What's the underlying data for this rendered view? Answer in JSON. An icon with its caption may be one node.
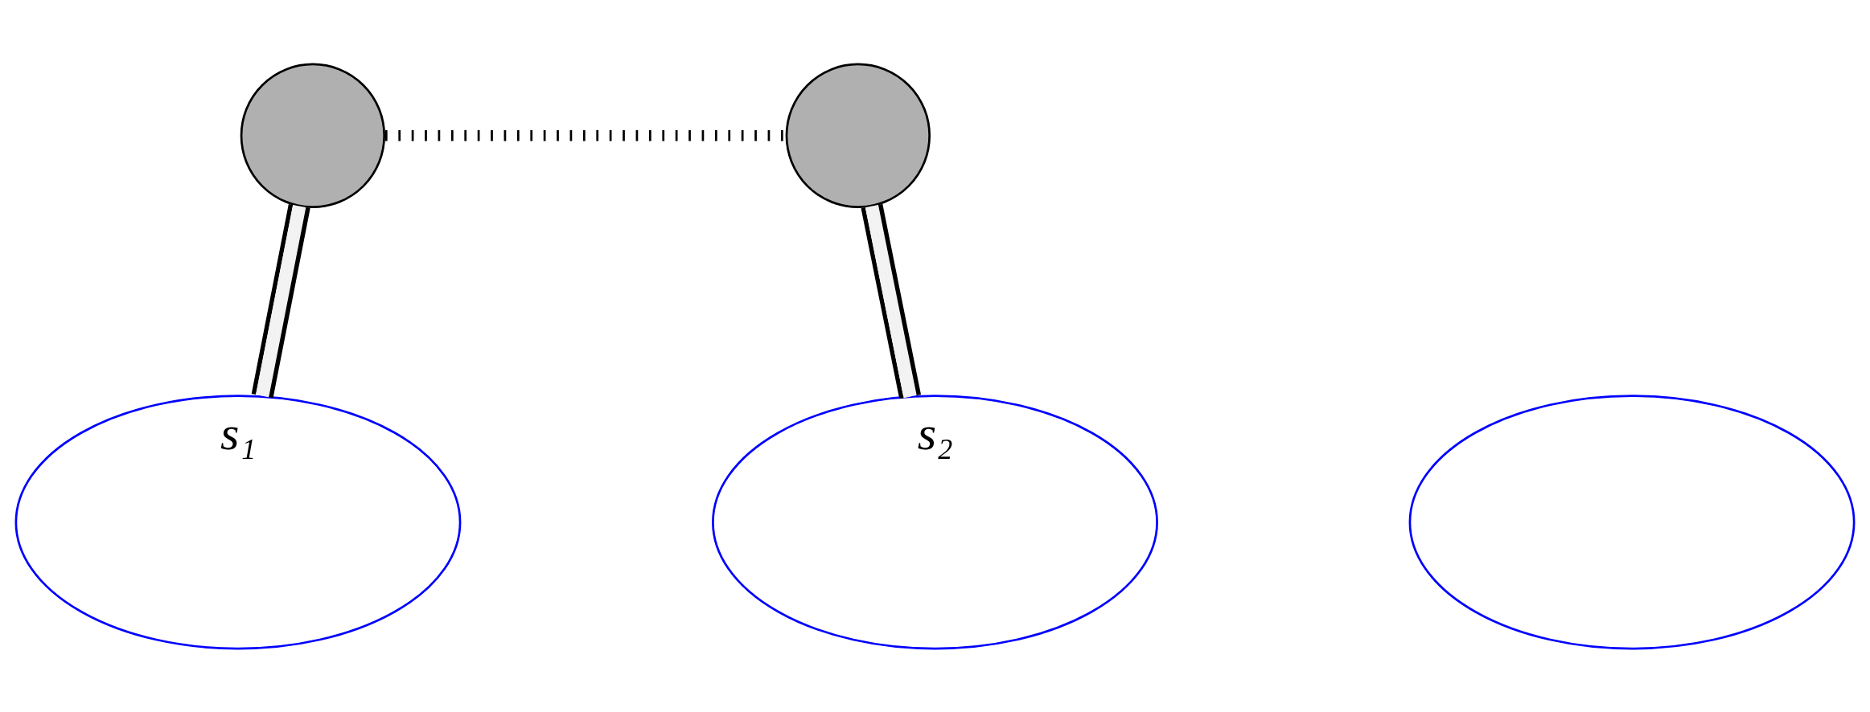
{
  "diagram": {
    "nodes": [
      {
        "text": [],
        "shape": "circle"
      },
      {
        "text": [],
        "shape": "circle"
      },
      {
        "text": [
          "s₁"
        ]
      },
      {
        "text": [
          "s₂"
        ]
      },
      {
        "text": [],
        "shape": "ellipse"
      }
    ],
    "edges": [
      {
        "from": 0,
        "to": 1,
        "arrow": "none",
        "style": "dashed",
        "color": "#000000"
      },
      {
        "from": 0,
        "to": 2,
        "arrow": "none"
      },
      {
        "from": 1,
        "to": 3,
        "arrow": "none"
      }
    ]
  }
}
